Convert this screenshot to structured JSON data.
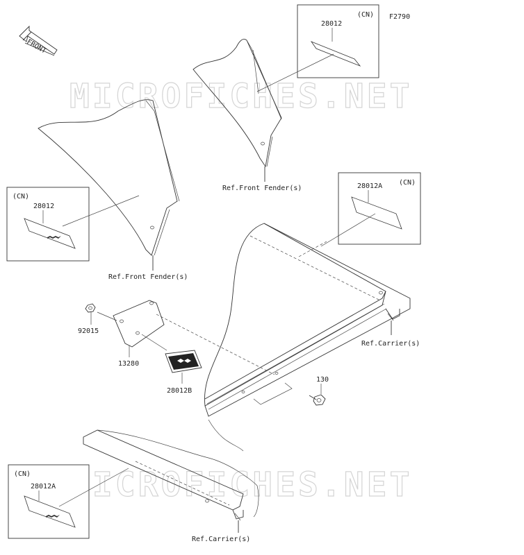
{
  "figure_code": "F2790",
  "front_label": "FRONT",
  "watermark": "MICROFICHES.NET",
  "callouts": {
    "p28012_top": "28012",
    "p28012_left": "28012",
    "p28012a_right": "28012A",
    "p28012a_bottom": "28012A",
    "p92015": "92015",
    "p13280": "13280",
    "p28012b": "28012B",
    "p130": "130"
  },
  "region_tags": {
    "top": "(CN)",
    "left": "(CN)",
    "right": "(CN)",
    "bottom": "(CN)"
  },
  "references": {
    "fender_top": "Ref.Front Fender(s)",
    "fender_left": "Ref.Front Fender(s)",
    "carrier_right": "Ref.Carrier(s)",
    "carrier_bottom": "Ref.Carrier(s)"
  }
}
